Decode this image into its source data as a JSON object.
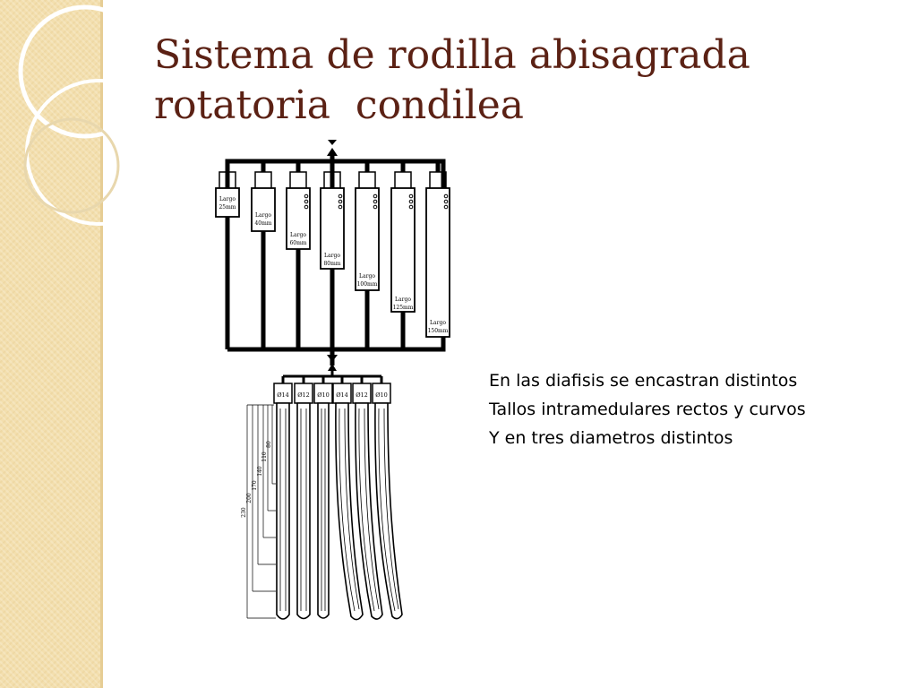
{
  "slide": {
    "title_line_1": "Sistema de rodilla abisagrada",
    "title_line_2": "rotatoria  condilea",
    "body_lines": [
      "En las diafisis se encastran distintos",
      "Tallos intramedulares rectos y curvos",
      "Y en tres diametros distintos"
    ]
  },
  "diagram": {
    "extensions": [
      {
        "label": "Largo",
        "size": "25mm"
      },
      {
        "label": "Largo",
        "size": "40mm"
      },
      {
        "label": "Largo",
        "size": "60mm"
      },
      {
        "label": "Largo",
        "size": "80mm"
      },
      {
        "label": "Largo",
        "size": "100mm"
      },
      {
        "label": "Largo",
        "size": "125mm"
      },
      {
        "label": "Largo",
        "size": "150mm"
      }
    ],
    "stems": [
      "Ø14",
      "Ø12",
      "Ø10",
      "Ø14",
      "Ø12",
      "Ø10"
    ],
    "length_marks": [
      "230",
      "200",
      "170",
      "140",
      "110",
      "80"
    ]
  },
  "theme": {
    "title_color": "#5b2114",
    "band_color": "#f3dfae"
  }
}
